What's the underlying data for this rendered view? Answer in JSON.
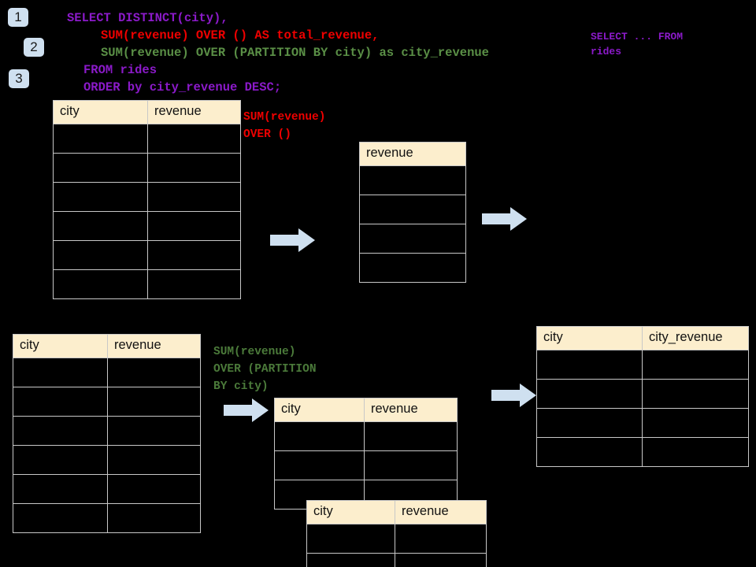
{
  "diagram": {
    "title_query_lines": [
      {
        "text": "SELECT DISTINCT(city),",
        "color": "purple"
      },
      {
        "text": "SUM(revenue) OVER () AS total_revenue,",
        "color": "red"
      },
      {
        "text": "SUM(revenue) OVER (PARTITION BY city) as city_revenue",
        "color": "green"
      },
      {
        "text": "FROM rides",
        "color": "purple"
      },
      {
        "text": "ORDER by city_revenue DESC;",
        "color": "purple"
      }
    ],
    "badges": [
      {
        "label": "1"
      },
      {
        "label": "2"
      },
      {
        "label": "3"
      }
    ],
    "annotations": {
      "top_right": "SELECT ... FROM\nrides",
      "sum_over_empty": "SUM(revenue)\nOVER ()",
      "sum_over_partition": "SUM(revenue)\nOVER (PARTITION\nBY city)"
    },
    "tables": [
      {
        "id": "source-table-top",
        "headers": [
          "city",
          "revenue"
        ],
        "row_count": 6
      },
      {
        "id": "total-revenue-table",
        "headers": [
          "revenue"
        ],
        "row_count": 4
      },
      {
        "id": "source-table-bottom",
        "headers": [
          "city",
          "revenue"
        ],
        "row_count": 6
      },
      {
        "id": "partition-table-back",
        "headers": [
          "city",
          "revenue"
        ],
        "row_count": 3
      },
      {
        "id": "partition-table-front",
        "headers": [
          "city",
          "revenue"
        ],
        "row_count": 2
      },
      {
        "id": "result-table",
        "headers": [
          "city",
          "city_revenue"
        ],
        "row_count": 4
      }
    ],
    "arrows": [
      {
        "id": "arrow-1"
      },
      {
        "id": "arrow-2"
      },
      {
        "id": "arrow-3"
      },
      {
        "id": "arrow-4"
      }
    ],
    "colors": {
      "background": "#000000",
      "header_fill": "#fceecd",
      "grid_line": "#c8c8c8",
      "badge_fill": "#cfe0f0",
      "arrow_fill": "#cfe0f0",
      "keyword_purple": "#8b1ac9",
      "highlight_red": "#ee0000",
      "highlight_green": "#5a8f46"
    }
  }
}
